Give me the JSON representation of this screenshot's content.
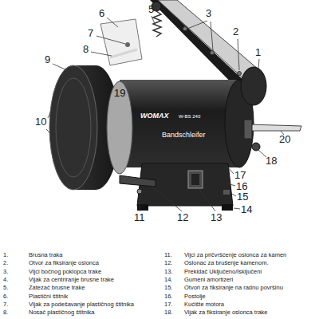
{
  "diagram": {
    "labels": [
      "5",
      "6",
      "3",
      "7",
      "2",
      "8",
      "1",
      "9",
      "19",
      "10",
      "20",
      "WOMAX",
      "W-BS 240",
      "Bandschleifer",
      "18",
      "17",
      "16",
      "15",
      "14",
      "11",
      "12",
      "13",
      "1.",
      "Brusna traka",
      "2.",
      "Otvor za fiksiranje oslonca",
      "3.",
      "Vijci bočnog poklopca trake",
      "4.",
      "Vijak za centriranje brusne trake",
      "5.",
      "Zatezač brusne trake",
      "6.",
      "Plastični štitnik",
      "7.",
      "Vijak za podešavanje plastičnog štitnika",
      "8.",
      "Nosač plastičnog štitnika",
      "11.",
      "Vijci za pričvršćenje oslonca za kamen",
      "12.",
      "Oslonac za brušenje kamenom.",
      "13.",
      "Prekidač Uključeno/Isključeni",
      "14.",
      "Gumeni amortizeri",
      "15.",
      "Otvori za fiksiranje na radnu površinu",
      "16.",
      "Postolje",
      "17.",
      "Kućište motora",
      "18.",
      "Vijak za fiksiranje oslonca trake"
    ]
  }
}
